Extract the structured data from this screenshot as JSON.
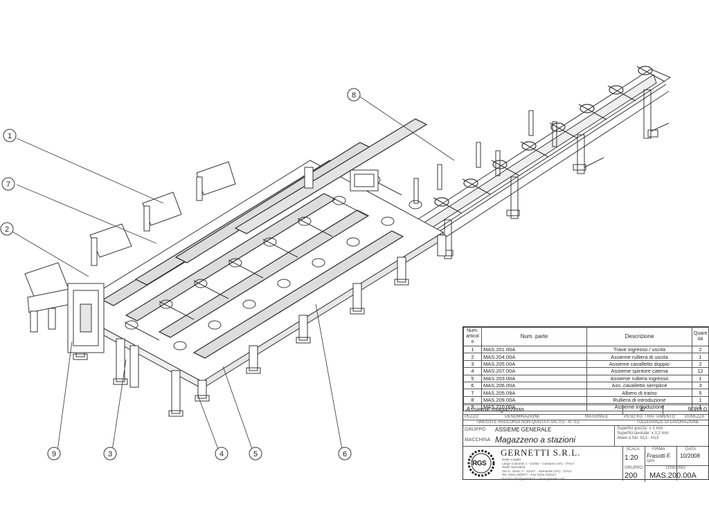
{
  "callouts": [
    {
      "n": "1"
    },
    {
      "n": "7"
    },
    {
      "n": "2"
    },
    {
      "n": "8"
    },
    {
      "n": "9"
    },
    {
      "n": "3"
    },
    {
      "n": "4"
    },
    {
      "n": "5"
    },
    {
      "n": "6"
    }
  ],
  "title_block": {
    "headers": {
      "num": "Num. articol o",
      "part": "Num. parte",
      "desc": "Descrizione",
      "qty": "Quant ità"
    },
    "rows": [
      {
        "n": "1",
        "part": "MAS.201.00A",
        "desc": "Trave ingresso / uscita",
        "qty": "2"
      },
      {
        "n": "2",
        "part": "MAS.204.00A",
        "desc": "Assieme rulliera di uscita",
        "qty": "1"
      },
      {
        "n": "3",
        "part": "MAS.205.00A",
        "desc": "Assieme cavalletto doppio",
        "qty": "2"
      },
      {
        "n": "4",
        "part": "MAS.207.00A",
        "desc": "Assieme spintore catena",
        "qty": "12"
      },
      {
        "n": "5",
        "part": "MAS.203.00A",
        "desc": "Assieme rulliera ingresso",
        "qty": "1"
      },
      {
        "n": "6",
        "part": "MAS.206.00A",
        "desc": "Ass. cavalletto semplice",
        "qty": "3"
      },
      {
        "n": "7",
        "part": "MAS.205.09A",
        "desc": "Albero di traino",
        "qty": "5"
      },
      {
        "n": "8",
        "part": "MAS.209.00A",
        "desc": "Rulliera di introduzione",
        "qty": "1"
      },
      {
        "n": "9",
        "part": "MAS.210.00A",
        "desc": "Assieme introduzione",
        "qty": "1"
      }
    ],
    "assembly_name": "Assieme magazzeno",
    "qty_symbol": "4/",
    "weight": "9089.0",
    "label_pezzo": "PEZZO",
    "label_denominazione": "DENOMINAZIONE",
    "label_materiale": "MATERIALE",
    "label_pesokg": "PESO KG",
    "label_trattamento": "TRATTAMENTO",
    "label_durezza": "DUREZZA",
    "note_smussi": "SMUSSI E RACCORDI NON QUOTATI 5m, 0,5 - R. 0,5",
    "label_tolleranze": "TOLLERANZE DI LAVORAZIONE",
    "gruppo_label": "GRUPPO",
    "gruppo_value": "ASSIEME GENERALE",
    "tolerance_lines": [
      "Superfici grezze: ± 1 mm",
      "Superfici lavorate: ± 0,2 mm",
      "Alberi e fori: h13 - H13"
    ],
    "macchina_label": "MACCHINA",
    "macchina_value": "Magazzeno a stazioni",
    "company": "GERNETTI S.R.L.",
    "logo": "RGS",
    "address_lines": [
      "Sede Legale:",
      "Largo Camussi 1 - 21052 - Cassano (VA) - ITALY",
      "Sede Operativa:",
      "Via G. Verdi, 3 - 21017 - Samarate (VA) - ITALY",
      "Tel. 0331-228077 - Fax 0331-228117",
      "E-mail: info@gernetti.it - www.gernetti.com"
    ],
    "scala_label": "SCALA",
    "scala_value": "1:20",
    "firma_label": "FIRMA",
    "firma_value": "Frasotti F.",
    "data_label": "DATA",
    "data_value": "10/2008",
    "gruppo_num_label": "GRUPPO",
    "gruppo_num_value": "200",
    "disegno_label": "DISEGNO",
    "disegno_value": "MAS.200.00A",
    "cpm_label": "cpm"
  }
}
